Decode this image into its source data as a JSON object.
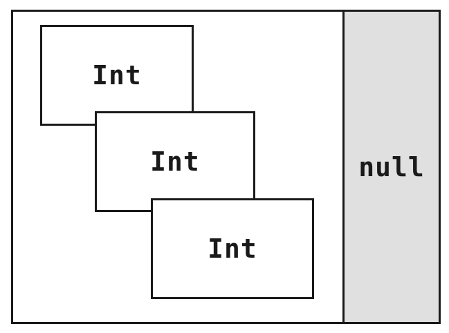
{
  "diagram": {
    "boxes": [
      {
        "label": "Int"
      },
      {
        "label": "Int"
      },
      {
        "label": "Int"
      }
    ],
    "null_region": {
      "label": "null"
    },
    "colors": {
      "border": "#1a1a1a",
      "box_fill": "#ffffff",
      "null_fill": "#e0e0e0"
    }
  }
}
